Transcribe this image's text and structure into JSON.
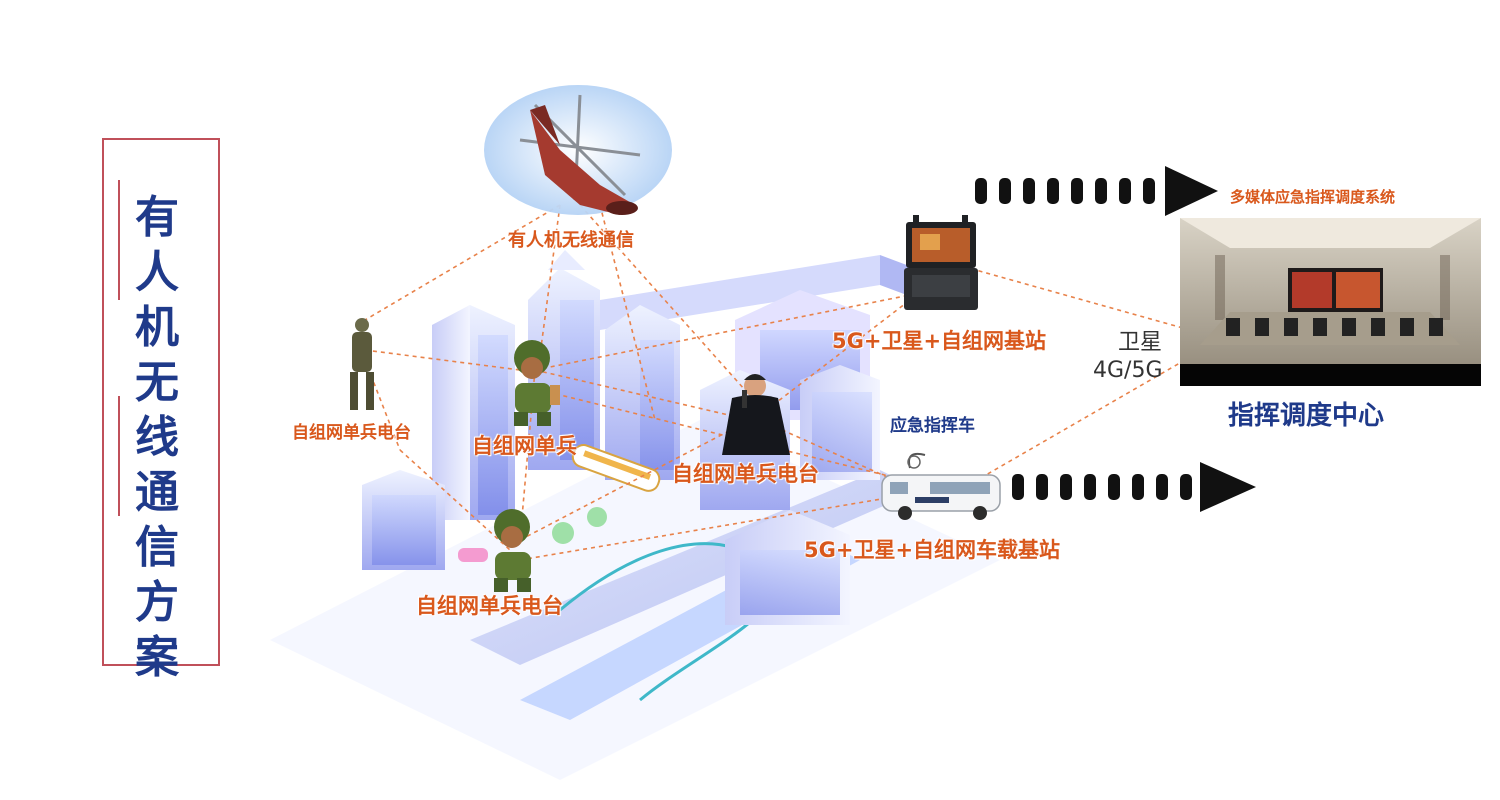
{
  "title": "有人机无线通信方案",
  "labels": {
    "aircraft": "有人机无线通信",
    "radio_left": "自组网单兵电台",
    "soldier_center": "自组网单兵",
    "radio_center": "自组网单兵电台",
    "radio_bottom": "自组网单兵电台",
    "base_station": "5G+卫星+自组网基站",
    "vehicle": "应急指挥车",
    "vehicle_station": "5G+卫星+自组网车载基站",
    "satellite": "卫星",
    "network": "4G/5G",
    "multimedia_system": "多媒体应急指挥调度系统",
    "command_center": "指挥调度中心"
  },
  "colors": {
    "title": "#1f3a8a",
    "label_orange": "#d9581c",
    "frame": "#c0505a",
    "link_line": "#e8824a",
    "arrow": "#111111"
  },
  "icons": [
    "helicopter-icon",
    "soldier-icon",
    "radio-officer-icon",
    "rugged-laptop-icon",
    "command-vehicle-icon",
    "command-room-image",
    "city-buildings-illustration",
    "data-arrow-icon"
  ]
}
